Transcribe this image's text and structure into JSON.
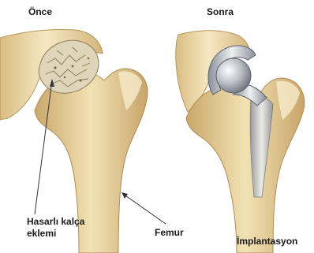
{
  "panels": {
    "before_title": "Önce",
    "after_title": "Sonra"
  },
  "labels": {
    "damaged_joint_line1": "Hasarlı kalça",
    "damaged_joint_line2": "eklemi",
    "femur": "Femur",
    "implant": "İmplantasyon"
  },
  "colors": {
    "bone_light": "#f3e3b6",
    "bone_mid": "#e3c98d",
    "bone_shadow": "#c9a76a",
    "damaged_cartilage": "#d8d0b8",
    "implant_metal_light": "#eef0f3",
    "implant_metal_mid": "#b8bcc4",
    "implant_metal_dark": "#7d828c",
    "pointer": "#333333"
  }
}
